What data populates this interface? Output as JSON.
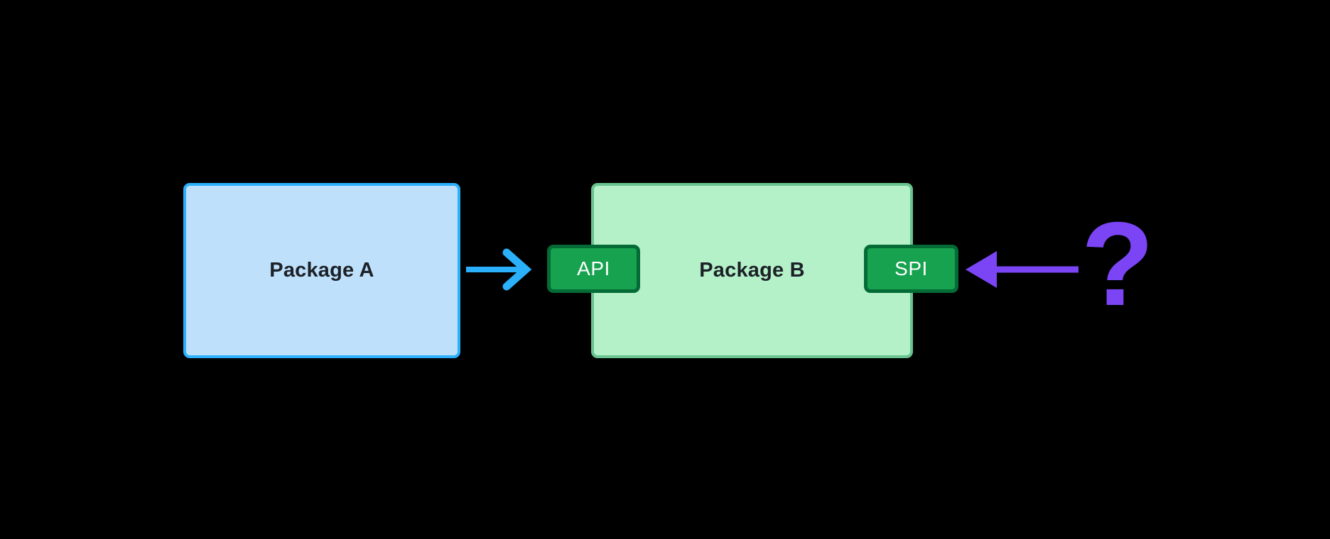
{
  "diagram": {
    "title": "Package A depends on Package B via API; SPI implementation provider is unknown",
    "background_color": "#000000",
    "nodes": [
      {
        "id": "package-a",
        "label": "Package A",
        "fill_color": "#bfe0fb",
        "border_color": "#2bb0fb",
        "text_color": "#1b2127"
      },
      {
        "id": "package-b",
        "label": "Package B",
        "fill_color": "#b4f0c8",
        "border_color": "#68c38e",
        "text_color": "#1b2127"
      }
    ],
    "badges": [
      {
        "id": "badge-api",
        "label": "API",
        "fill_color": "#17a24f",
        "border_color": "#046b36",
        "text_color": "#ffffff",
        "attached_to": "package-b",
        "edge": "left"
      },
      {
        "id": "badge-spi",
        "label": "SPI",
        "fill_color": "#17a24f",
        "border_color": "#046b36",
        "text_color": "#ffffff",
        "attached_to": "package-b",
        "edge": "right"
      }
    ],
    "connectors": [
      {
        "id": "arrow-a-to-api",
        "from": "package-a",
        "to": "badge-api",
        "direction": "right",
        "color": "#2bb0fb",
        "head_style": "open-chevron"
      },
      {
        "id": "arrow-q-to-spi",
        "from": "question-mark",
        "to": "badge-spi",
        "direction": "left",
        "color": "#7b45f6",
        "head_style": "filled-triangle"
      }
    ],
    "annotation": {
      "id": "question-mark",
      "glyph": "?",
      "color": "#7b45f6"
    }
  }
}
